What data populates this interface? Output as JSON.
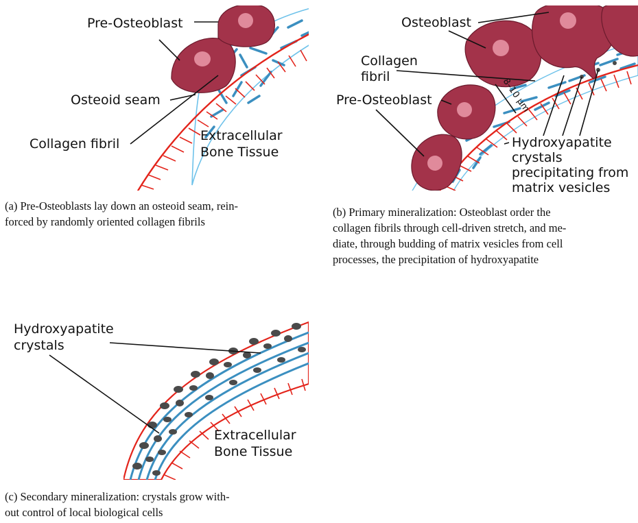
{
  "panel_a": {
    "labels": {
      "pre_osteoblast": "Pre-Osteoblast",
      "osteoid_seam": "Osteoid seam",
      "collagen_fibril": "Collagen fibril",
      "bone_line1": "Extracellular",
      "bone_line2": "Bone Tissue"
    },
    "caption": [
      "(a) Pre-Osteoblasts lay down an osteoid seam, rein-",
      "forced by randomly oriented collagen fibrils"
    ]
  },
  "panel_b": {
    "labels": {
      "osteoblast": "Osteoblast",
      "collagen_line1": "Collagen",
      "collagen_line2": "fibril",
      "pre_osteoblast": "Pre-Osteoblast",
      "distance": "8–10 μm",
      "hydroxy_line1": "Hydroxyapatite",
      "hydroxy_line2": "crystals",
      "hydroxy_line3": "precipitating from",
      "hydroxy_line4": "matrix vesicles"
    },
    "caption": [
      "(b) Primary mineralization: Osteoblast order the",
      "collagen fibrils through cell-driven stretch, and me-",
      "diate, through budding of matrix vesicles from cell",
      "processes, the precipitation of hydroxyapatite"
    ]
  },
  "panel_c": {
    "labels": {
      "hydroxy_line1": "Hydroxyapatite",
      "hydroxy_line2": "crystals",
      "bone_line1": "Extracellular",
      "bone_line2": "Bone Tissue"
    },
    "caption": [
      "(c) Secondary mineralization: crystals grow with-",
      "out control of local biological cells"
    ]
  },
  "colors": {
    "cell": "#a3334a",
    "nucleus": "#e08a9b",
    "fibril": "#3b8fc0",
    "bone_edge": "#e3241b",
    "crystal": "#4a4a4a",
    "seam": "#6ec2ea"
  }
}
